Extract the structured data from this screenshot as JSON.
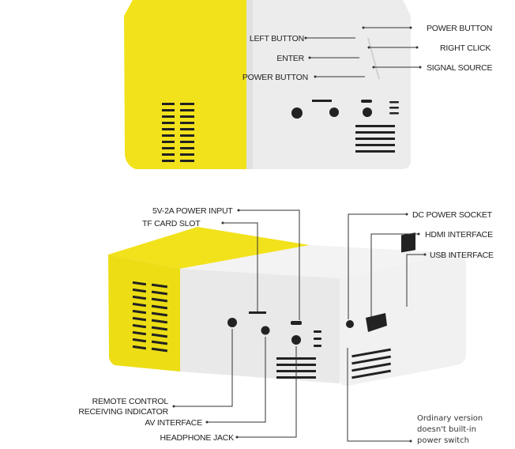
{
  "colors": {
    "yellow": "#f2e21c",
    "body_white": "#ececec",
    "shadow": "#d9d9d9",
    "port": "#222222",
    "label": "#222222"
  },
  "top_view": {
    "labels_right": [
      "POWER BUTTON",
      "RIGHT CLICK",
      "SIGNAL SOURCE"
    ],
    "labels_left": [
      "LEFT BUTTON",
      "ENTER",
      "POWER BUTTON"
    ]
  },
  "bottom_view": {
    "labels_top_left": [
      "5V-2A POWER INPUT",
      "TF CARD SLOT"
    ],
    "labels_top_right": [
      "DC POWER SOCKET",
      "HDMI INTERFACE",
      "USB INTERFACE"
    ],
    "labels_bottom_left": [
      "REMOTE CONTROL",
      "RECEIVING INDICATOR",
      "AV INTERFACE",
      "HEADPHONE JACK"
    ],
    "note_lines": [
      "Ordinary version",
      "doesn't built-in",
      "power switch"
    ]
  }
}
